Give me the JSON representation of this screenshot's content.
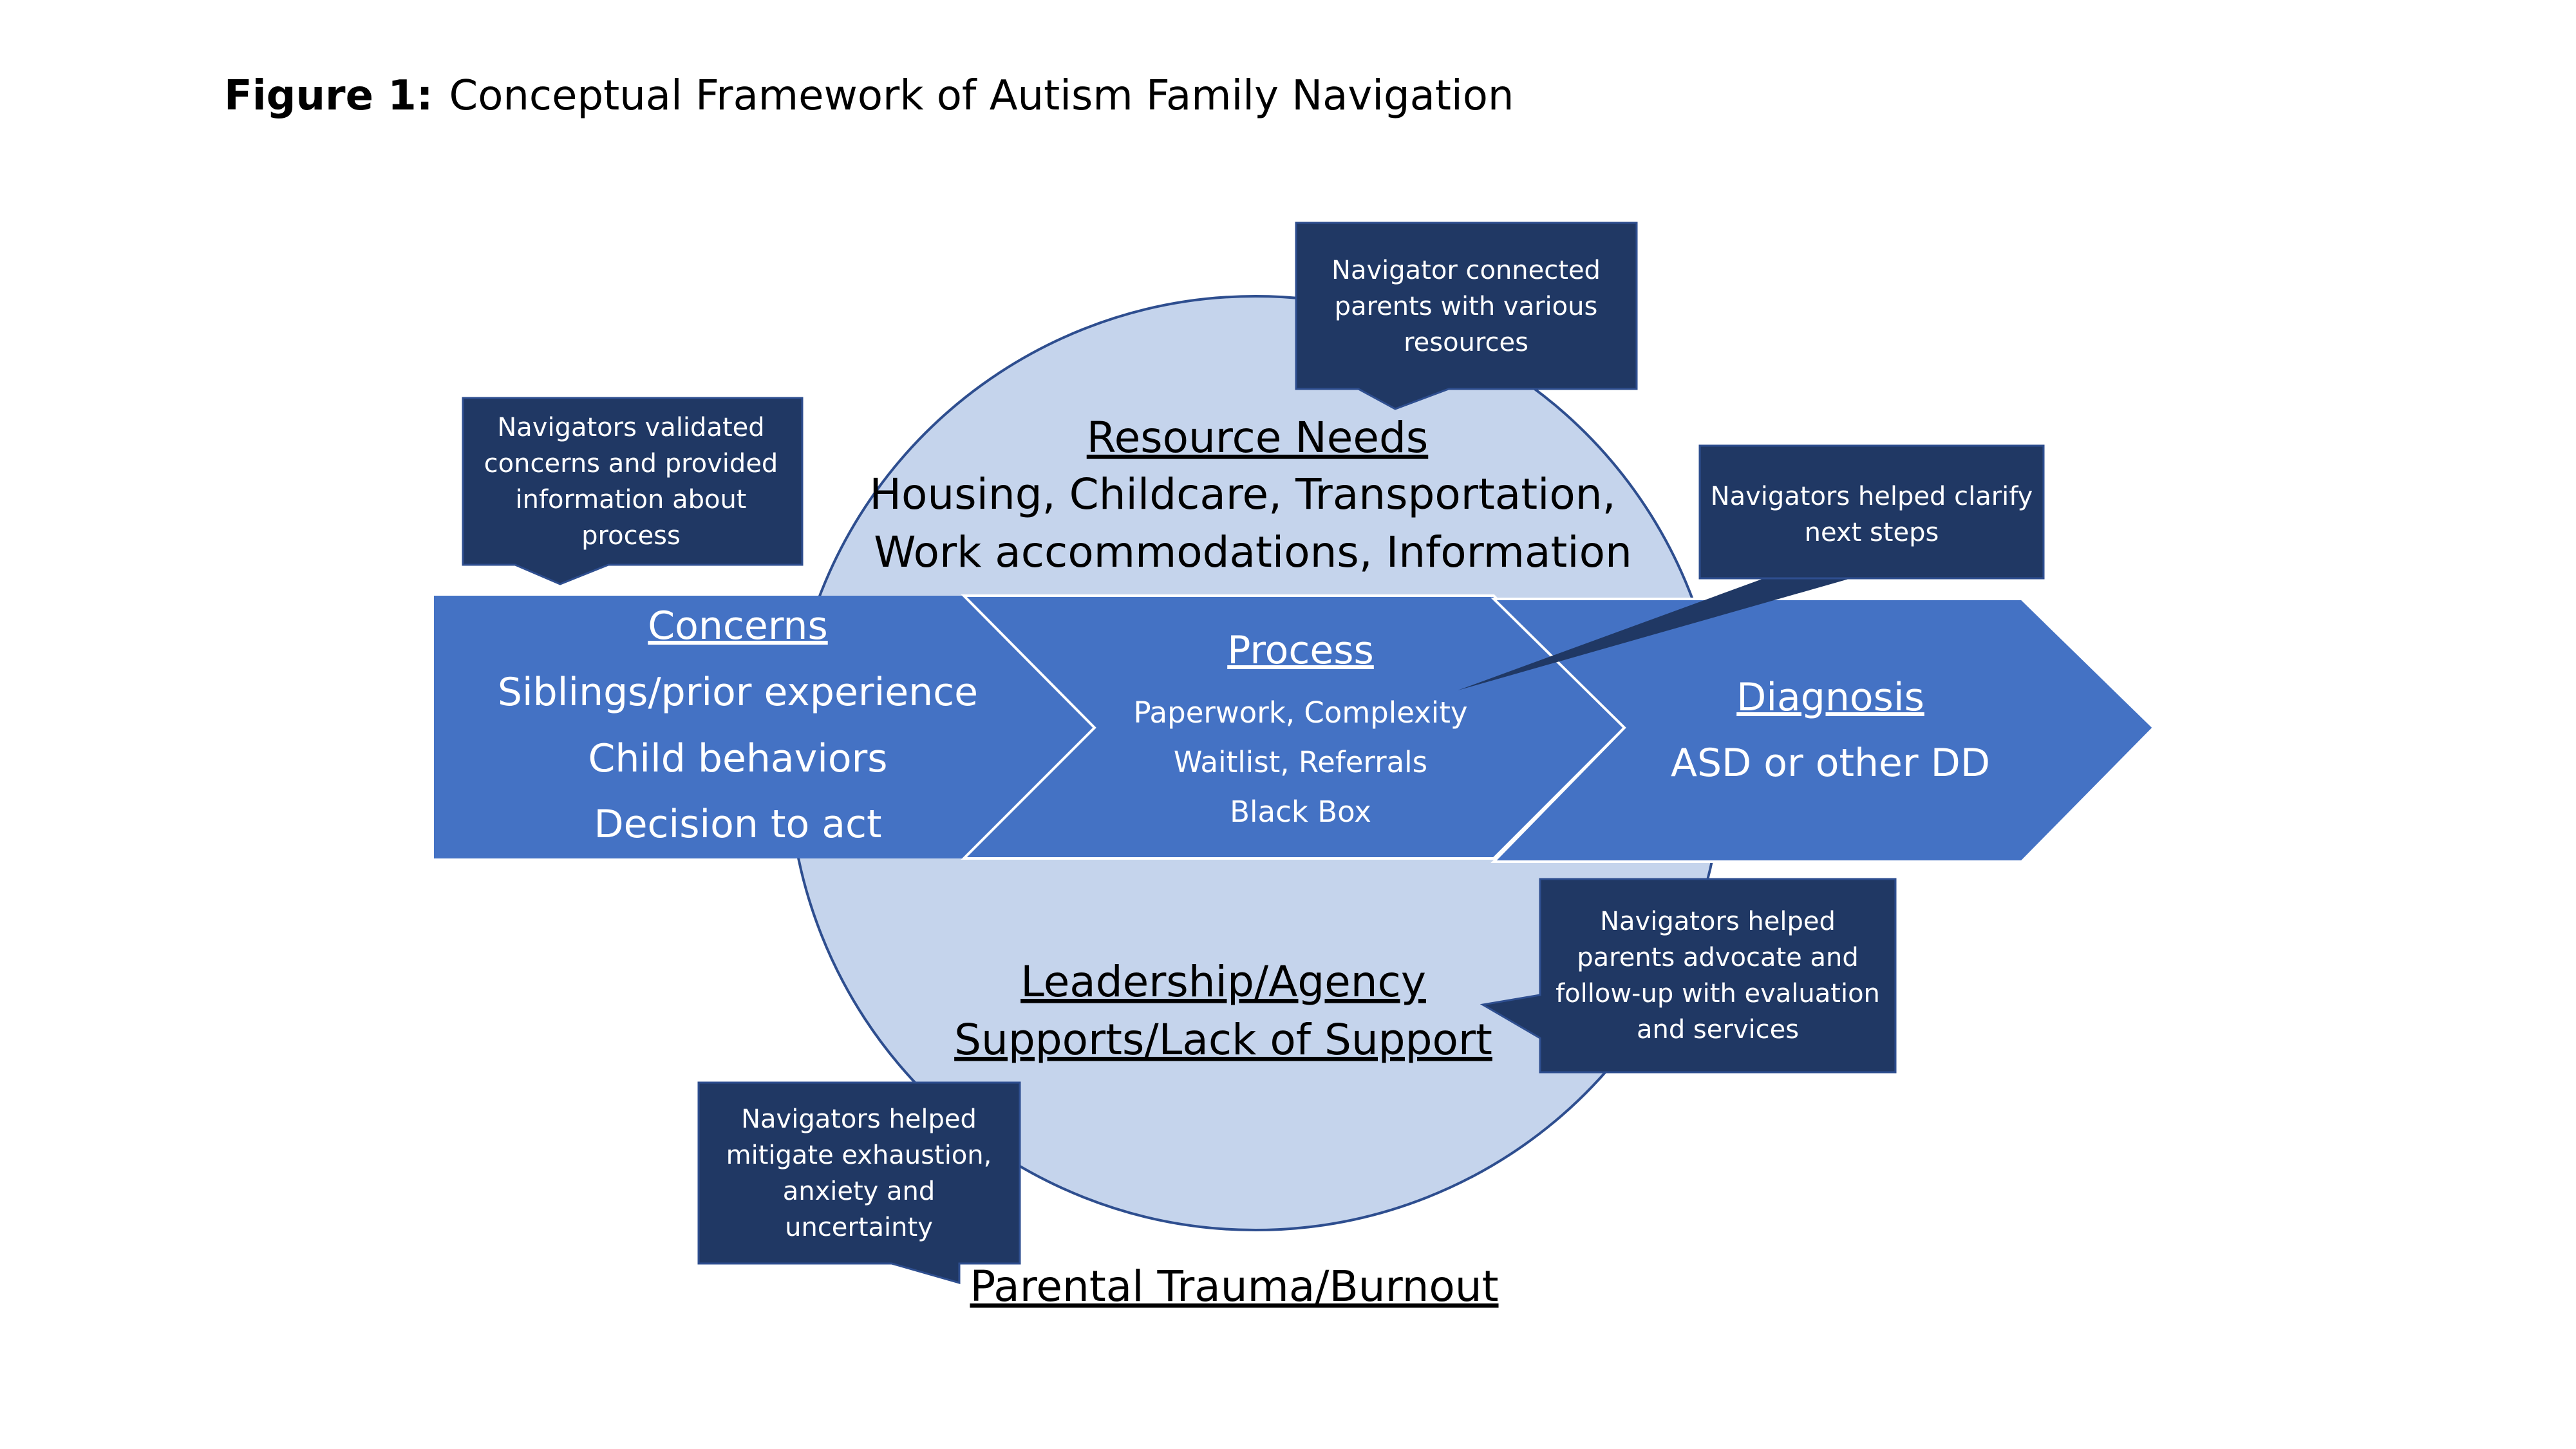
{
  "title": {
    "bold": "Figure 1:",
    "text": "Conceptual Framework of Autism Family Navigation"
  },
  "circle": {
    "resource_heading": "Resource Needs",
    "resource_line1": "Housing, Childcare, Transportation,",
    "resource_line2": "Work accommodations, Information",
    "leadership_line1": "Leadership/Agency",
    "leadership_line2": "Supports/Lack of Support",
    "trauma": "Parental Trauma/Burnout"
  },
  "arrows": {
    "concerns": {
      "heading": "Concerns",
      "items": [
        "Siblings/prior experience",
        "Child behaviors",
        "Decision to act"
      ]
    },
    "process": {
      "heading": "Process",
      "items": [
        "Paperwork, Complexity",
        "Waitlist, Referrals",
        "Black Box"
      ]
    },
    "diagnosis": {
      "heading": "Diagnosis",
      "items": [
        "ASD or other DD"
      ]
    }
  },
  "callouts": {
    "validated": [
      "Navigators validated",
      "concerns and provided",
      "information about",
      "process"
    ],
    "connected": [
      "Navigator connected",
      "parents with various",
      "resources"
    ],
    "clarify": [
      "Navigators helped clarify",
      "next steps"
    ],
    "advocate": [
      "Navigators helped",
      "parents advocate and",
      "follow-up with evaluation",
      "and services"
    ],
    "mitigate": [
      "Navigators helped",
      "mitigate exhaustion,",
      "anxiety and",
      "uncertainty"
    ]
  },
  "colors": {
    "circle_fill": "#c5d4ec",
    "circle_stroke": "#2e4e8f",
    "arrow_fill": "#4472c4",
    "callout_fill": "#203864",
    "text_dark": "#000000",
    "text_light": "#ffffff"
  }
}
